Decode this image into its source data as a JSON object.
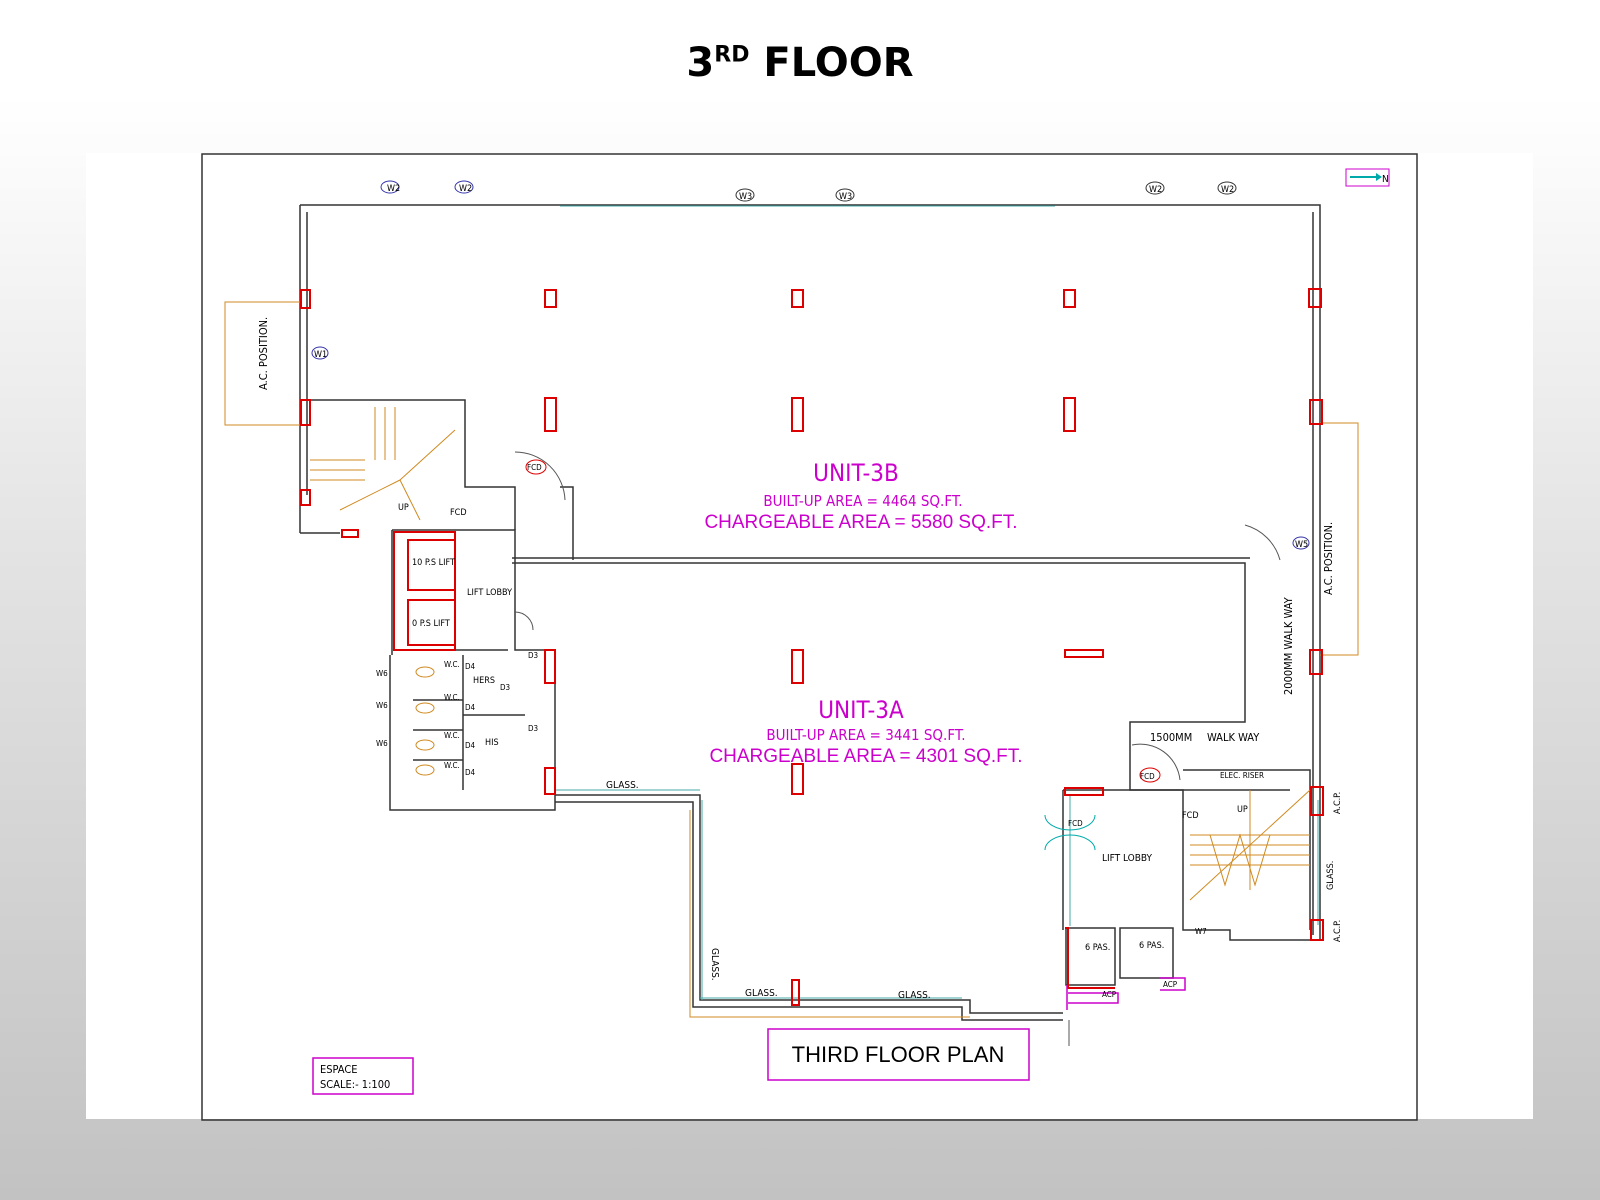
{
  "slide": {
    "title_main": "3",
    "title_sup": "RD",
    "title_rest": " FLOOR"
  },
  "plan": {
    "plan_title": "THIRD FLOOR PLAN",
    "scale_company": "ESPACE",
    "scale_text": "SCALE:- 1:100",
    "north_label": "N",
    "unit_3b": {
      "name": "UNIT-3B",
      "built_up": "BUILT-UP AREA = 4464 SQ.FT.",
      "chargeable": "CHARGEABLE AREA = 5580 SQ.FT."
    },
    "unit_3a": {
      "name": "UNIT-3A",
      "built_up": "BUILT-UP AREA = 3441 SQ.FT.",
      "chargeable": "CHARGEABLE AREA = 4301 SQ.FT."
    },
    "labels": {
      "ac_position": "A.C. POSITION.",
      "lift_lobby": "LIFT LOBBY",
      "lift_10ps": "10 P.S LIFT",
      "lift_0ps": "0 P.S LIFT",
      "up": "UP",
      "fcd": "FCD",
      "wc": "W.C.",
      "hers": "HERS",
      "his": "HIS",
      "d3": "D3",
      "d4": "D4",
      "glass": "GLASS.",
      "walkway_2000": "2000MM WALK WAY",
      "walkway_1500": "1500MM",
      "walk_way": "WALK WAY",
      "elec_riser": "ELEC. RISER",
      "acp_vertical": "A.C.P.",
      "acp": "ACP",
      "pas6": "6 PAS.",
      "w1": "W1",
      "w2": "W2",
      "w3": "W3",
      "w5": "W5",
      "w6": "W6",
      "w7": "W7"
    }
  }
}
